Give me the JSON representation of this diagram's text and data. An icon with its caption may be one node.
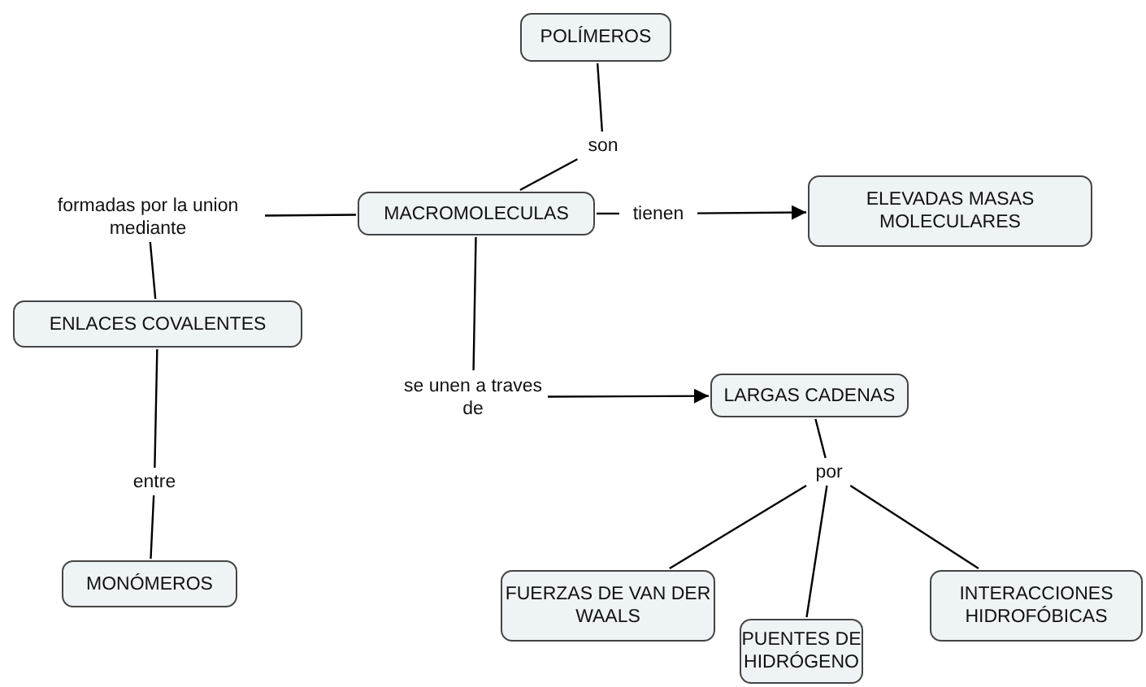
{
  "diagram": {
    "nodes": [
      {
        "text": [
          "POLÍMEROS"
        ]
      },
      {
        "text": [
          "son"
        ]
      },
      {
        "text": [
          "MACROMOLECULAS"
        ]
      },
      {
        "text": [
          "formadas por la union mediante"
        ]
      },
      {
        "text": [
          "tienen"
        ]
      },
      {
        "text": [
          "ELEVADAS MASAS MOLECULARES"
        ]
      },
      {
        "text": [
          "ENLACES COVALENTES"
        ]
      },
      {
        "text": [
          "entre"
        ]
      },
      {
        "text": [
          "MONÓMEROS"
        ]
      },
      {
        "text": [
          "se unen a traves de"
        ]
      },
      {
        "text": [
          "LARGAS CADENAS"
        ]
      },
      {
        "text": [
          "por"
        ]
      },
      {
        "text": [
          "FUERZAS DE VAN DER WAALS"
        ]
      },
      {
        "text": [
          "PUENTES DE HIDRÓGENO"
        ]
      },
      {
        "text": [
          "INTERACCIONES HIDROFÓBICAS"
        ]
      }
    ],
    "edges": [
      {
        "from": 0,
        "to": 1,
        "arrow": "none"
      },
      {
        "from": 1,
        "to": 2,
        "arrow": "none"
      },
      {
        "from": 2,
        "to": 3,
        "arrow": "none"
      },
      {
        "from": 3,
        "to": 6,
        "arrow": "none"
      },
      {
        "from": 2,
        "to": 4,
        "arrow": "none"
      },
      {
        "from": 4,
        "to": 5,
        "arrow": "to"
      },
      {
        "from": 6,
        "to": 7,
        "arrow": "none"
      },
      {
        "from": 7,
        "to": 8,
        "arrow": "none"
      },
      {
        "from": 2,
        "to": 9,
        "arrow": "none"
      },
      {
        "from": 9,
        "to": 10,
        "arrow": "to"
      },
      {
        "from": 10,
        "to": 11,
        "arrow": "none"
      },
      {
        "from": 11,
        "to": 12,
        "arrow": "none"
      },
      {
        "from": 11,
        "to": 13,
        "arrow": "none"
      },
      {
        "from": 11,
        "to": 14,
        "arrow": "none"
      }
    ]
  }
}
